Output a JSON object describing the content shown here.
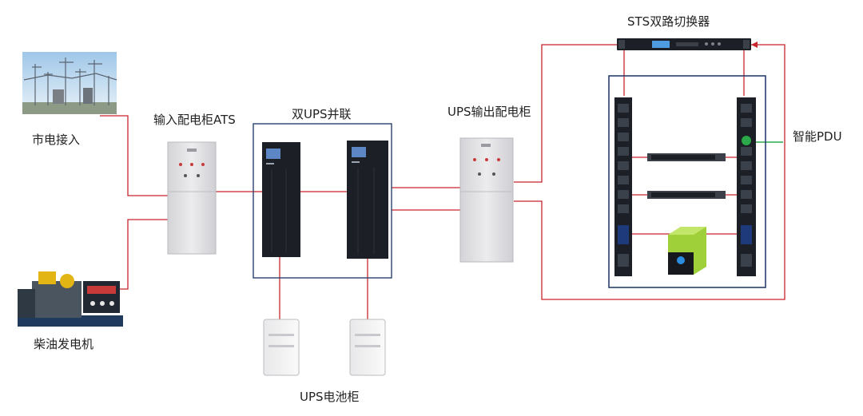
{
  "labels": {
    "sts": "STS双路切换器",
    "mains": "市电接入",
    "ats": "输入配电柜ATS",
    "ups_parallel": "双UPS并联",
    "ups_output": "UPS输出配电柜",
    "pdu": "智能PDU",
    "generator": "柴油发电机",
    "battery": "UPS电池柜"
  },
  "colors": {
    "wire_red": "#c8252c",
    "wire_green": "#2aa84a",
    "frame_blue": "#2a3f6e",
    "cabinet": "#e4e4e6",
    "ups_body": "#1c1f26"
  }
}
